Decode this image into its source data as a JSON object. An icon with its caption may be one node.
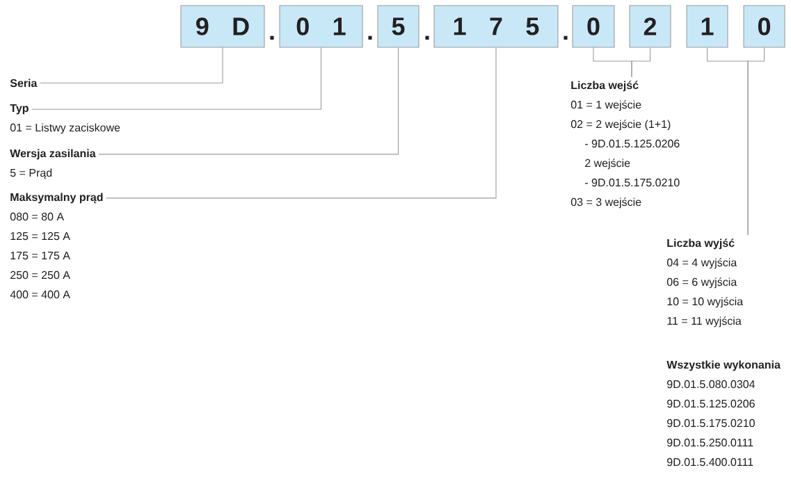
{
  "diagram": {
    "nodes": [
      {
        "text": [
          "9 D"
        ]
      },
      {
        "text": [
          "0 1"
        ]
      },
      {
        "text": [
          "5"
        ]
      },
      {
        "text": [
          "1 7 5"
        ]
      },
      {
        "text": [
          "0"
        ]
      },
      {
        "text": [
          "2"
        ]
      },
      {
        "text": [
          "1"
        ]
      },
      {
        "text": [
          "0"
        ]
      },
      {
        "text": [
          "Seria"
        ]
      },
      {
        "text": [
          "Typ",
          "01 = Listwy zaciskowe"
        ]
      },
      {
        "text": [
          "Wersja zasilania",
          "5 = Prąd"
        ]
      },
      {
        "text": [
          "Maksymalny prąd",
          "080 = 80 A",
          "125 = 125 A",
          "175 = 175 A",
          "250 = 250 A",
          "400 = 400 A"
        ]
      },
      {
        "text": [
          "Liczba wejść",
          "01 = 1 wejście",
          "02 = 2 wejście (1+1)",
          "- 9D.01.5.125.0206",
          "2 wejście",
          "- 9D.01.5.175.0210",
          "03 = 3 wejście"
        ]
      },
      {
        "text": [
          "Liczba wyjść",
          "04 = 4 wyjścia",
          "06 = 6 wyjścia",
          "10 = 10 wyjścia",
          "11 = 11 wyjścia"
        ]
      }
    ],
    "edges": [
      {
        "from": 0,
        "to": 8,
        "arrow": "none"
      },
      {
        "from": 1,
        "to": 9,
        "arrow": "none"
      },
      {
        "from": 2,
        "to": 10,
        "arrow": "none"
      },
      {
        "from": 3,
        "to": 11,
        "arrow": "none"
      },
      {
        "from": 4,
        "to": 12,
        "arrow": "none"
      },
      {
        "from": 5,
        "to": 12,
        "arrow": "none"
      },
      {
        "from": 6,
        "to": 13,
        "arrow": "none"
      },
      {
        "from": 7,
        "to": 13,
        "arrow": "none"
      }
    ],
    "labels": [
      ".",
      ".",
      ".",
      ".",
      "Wszystkie wykonania",
      "9D.01.5.080.0304",
      "9D.01.5.125.0206",
      "9D.01.5.175.0210",
      "9D.01.5.250.0111",
      "9D.01.5.400.0111"
    ]
  }
}
